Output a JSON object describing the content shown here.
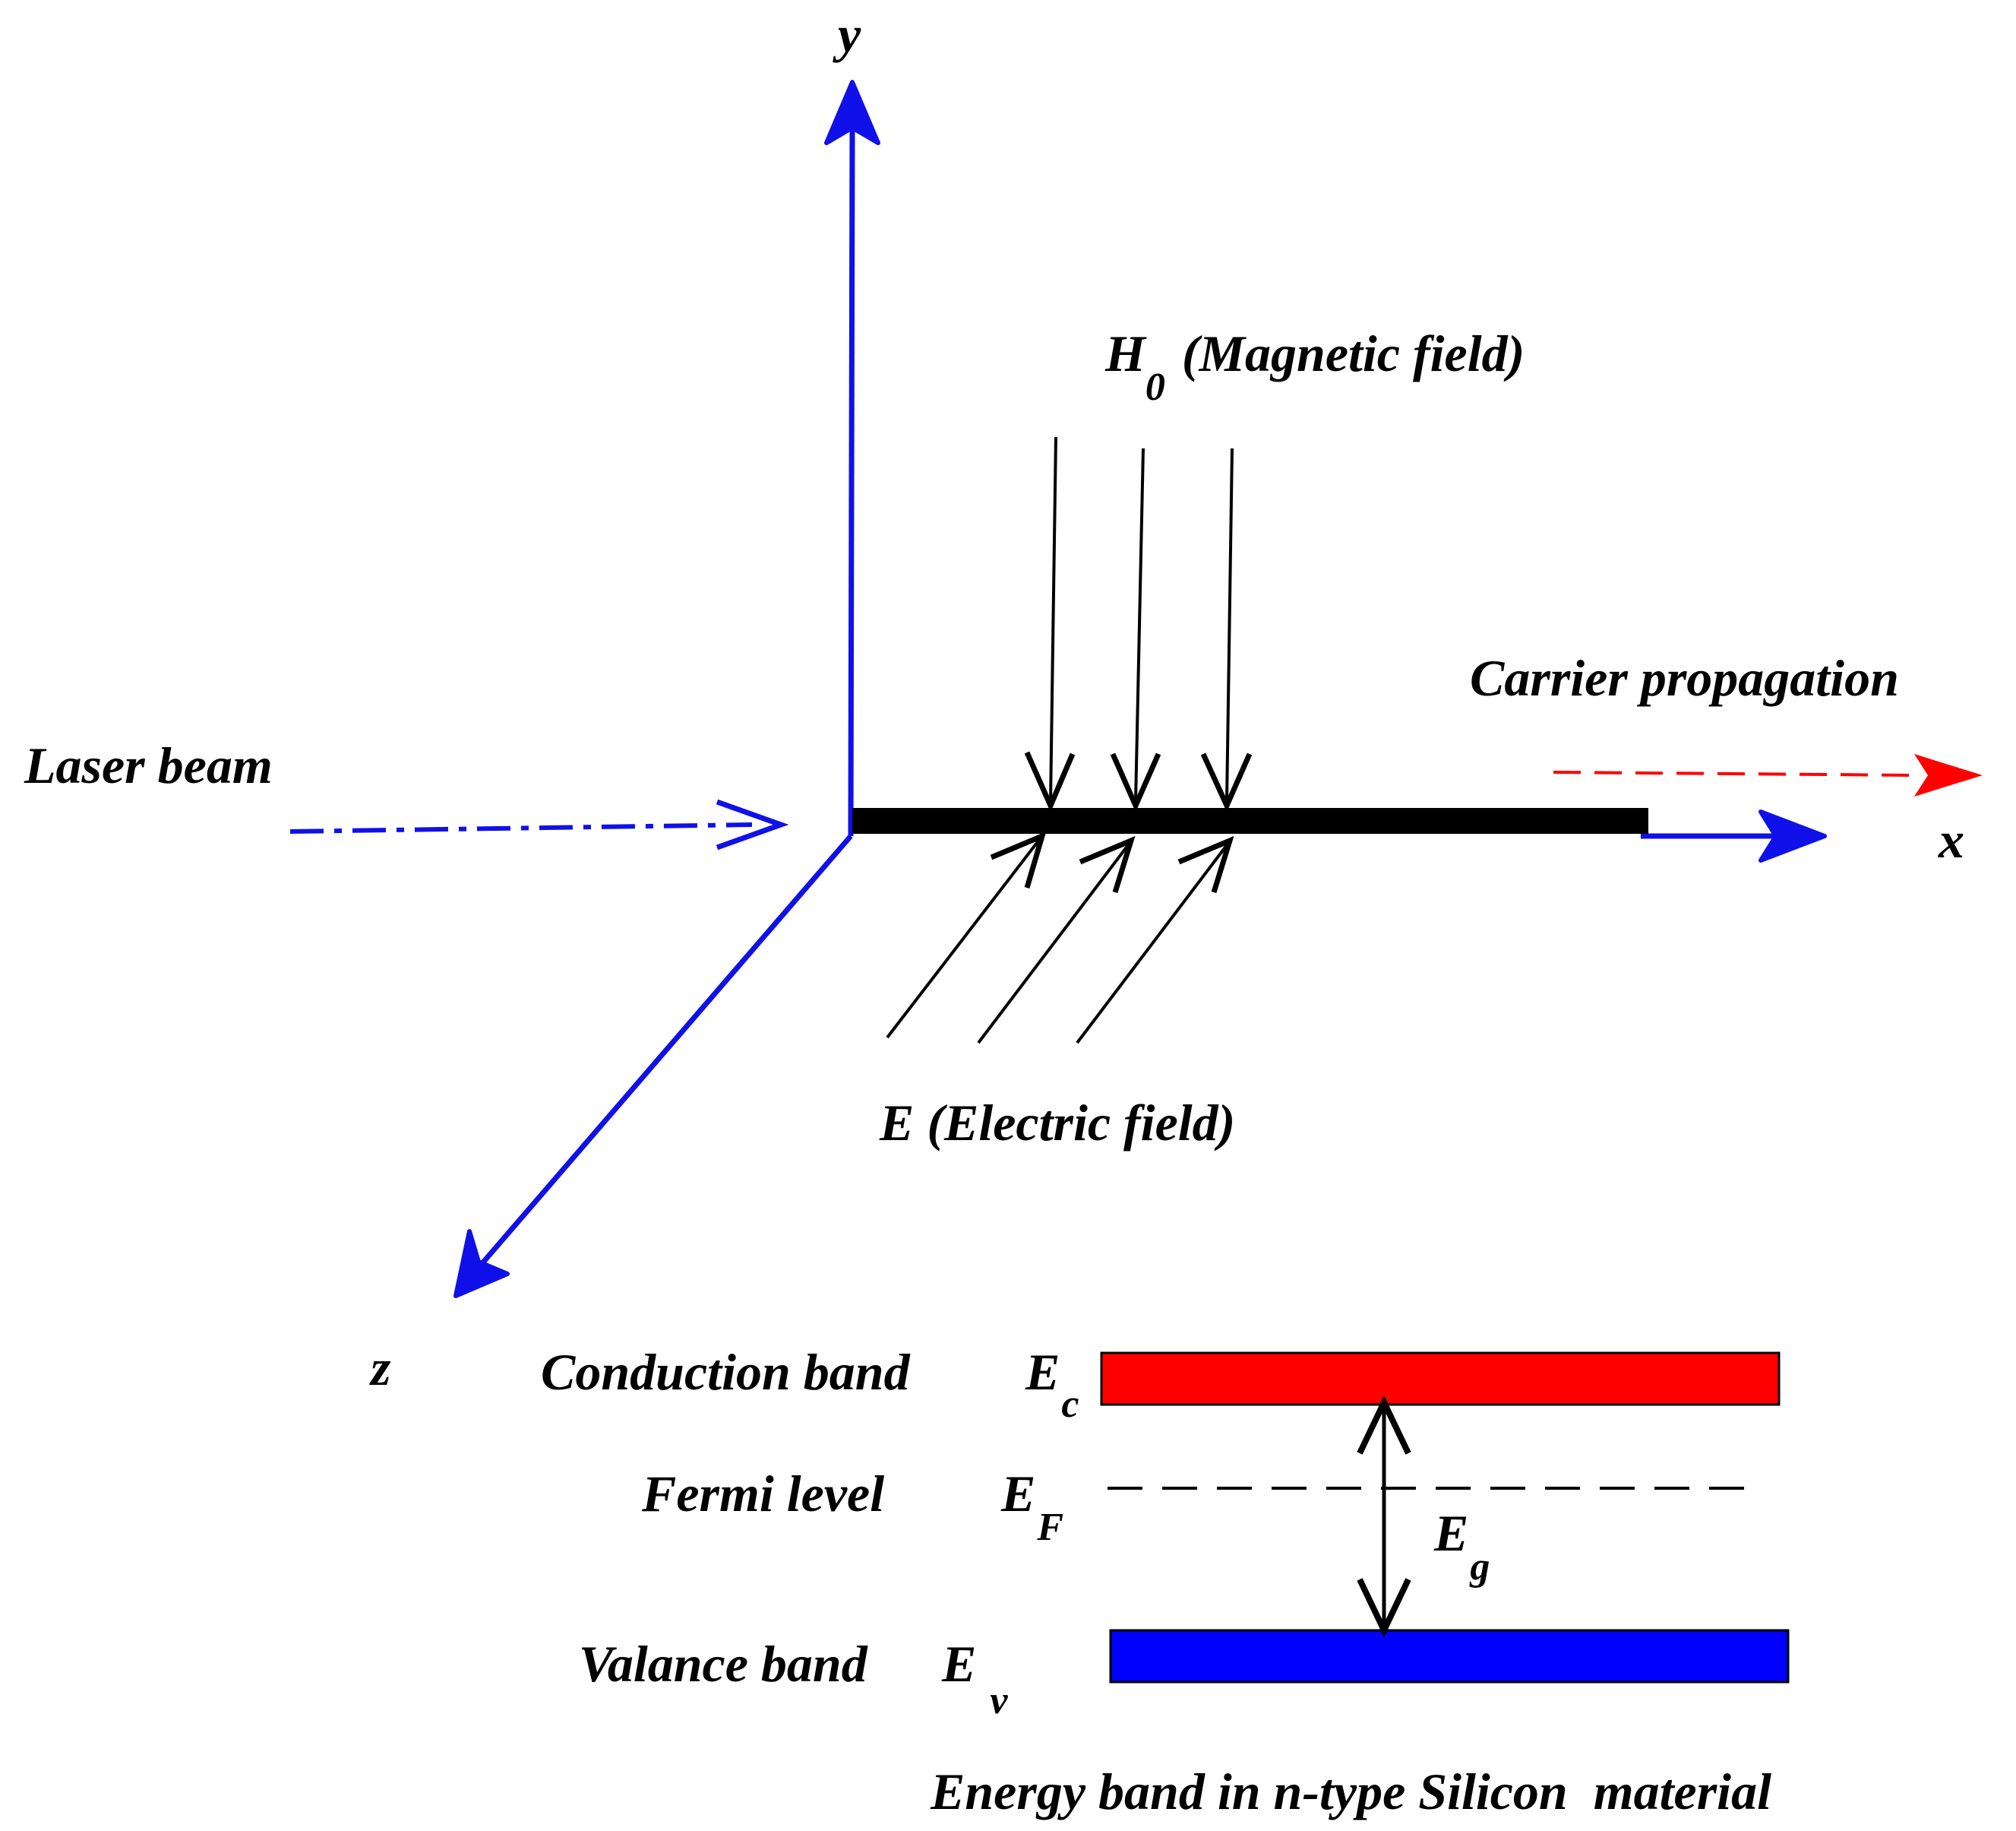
{
  "axes": {
    "x": "x",
    "y": "y",
    "z": "z"
  },
  "labels": {
    "laser_beam": "Laser beam",
    "carrier_propagation": "Carrier propagation",
    "magnetic_field_symbol": "H",
    "magnetic_field_subscript": "0",
    "magnetic_field_text": "(Magnetic field)",
    "electric_field": "E (Electric field)"
  },
  "energy_band": {
    "conduction_label": "Conduction band",
    "conduction_symbol": "E",
    "conduction_subscript": "c",
    "fermi_label": "Fermi level",
    "fermi_symbol": "E",
    "fermi_subscript": "F",
    "gap_symbol": "E",
    "gap_subscript": "g",
    "valence_label": "Valance band",
    "valence_symbol": "E",
    "valence_subscript": "v",
    "caption": "Energy band in n-type Silicon  material"
  },
  "colors": {
    "axis": "#1010e8",
    "sample": "#000000",
    "carrier": "#ff0000",
    "conduction_band": "#ff0000",
    "valence_band": "#0000ff"
  }
}
